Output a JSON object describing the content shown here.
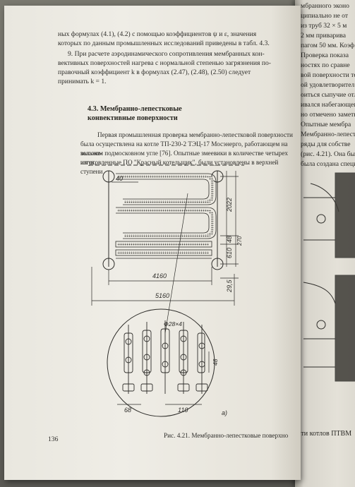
{
  "page": {
    "lines_top": [
      "ных формулах (4.1), (4.2) с помощью коэффициентов ψ и ε, значения",
      "которых по данным промышленных исследований приведены в табл. 4.3."
    ],
    "para9": [
      "9. При расчете аэродинамического сопротивления мембранных кон-",
      "вективных поверхностей нагрева с нормальной степенью загрязнения по-",
      "правочный коэффициент k в формулах (2.47), (2.48), (2.50) следует",
      "принимать k = 1."
    ],
    "section_heading": [
      "4.3. Мембранно-лепестковые",
      "конвективные поверхности"
    ],
    "para_main": [
      "Первая промышленная проверка мембранно-лепестковой поверхности",
      "была осуществлена на котле ТП-230-2 ТЭЦ-17 Мосэнерго, работающем на высоко-",
      "зольном подмосковном угле [76]. Опытные змеевики в количестве четырех штук,",
      "изготовленные ПО \"Красный котельщик\", были установлены в верхней ступени"
    ],
    "page_number": "136",
    "caption": "Рис. 4.21. Мембранно-лепестковые поверхно"
  },
  "figure": {
    "dims": {
      "d40": "40",
      "d2022": "2022",
      "d48a": "48",
      "d610": "610",
      "d270": "270",
      "d4160": "4160",
      "d295": "29,5",
      "d5160": "5160",
      "d28x4": "Ф28×4",
      "d48b": "48",
      "d68": "68",
      "d110": "110",
      "label_a": "а)"
    }
  },
  "next_page": {
    "lines": [
      "мбранного эконо",
      "ципиально не от",
      "из труб 32 × 5 м",
      "2 мм приварива",
      "пагом 50 мм. Коэф",
      "Проверка показа",
      "ностях по сравне",
      "вой поверхности те",
      "ой удовлетворител",
      "оиться сыпучие отл",
      "ивался набегающего п",
      "но отмечено заметн",
      "Опытные мембра",
      "Мембранно-лепест",
      "ряды для собстве",
      "(рис. 4.21). Она бы",
      "была создана специ"
    ],
    "caption_tail": "сти котлов ПТВМ"
  }
}
